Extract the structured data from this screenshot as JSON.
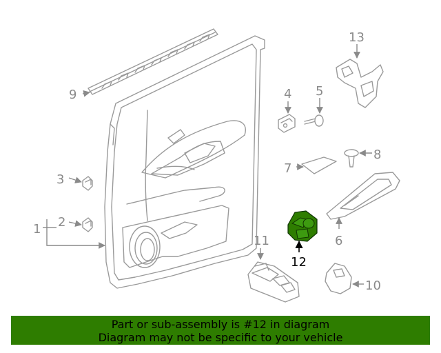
{
  "diagram": {
    "highlight_color": "#2e7d00",
    "callouts": [
      {
        "id": "1",
        "label": "1"
      },
      {
        "id": "2",
        "label": "2"
      },
      {
        "id": "3",
        "label": "3"
      },
      {
        "id": "4",
        "label": "4"
      },
      {
        "id": "5",
        "label": "5"
      },
      {
        "id": "6",
        "label": "6"
      },
      {
        "id": "7",
        "label": "7"
      },
      {
        "id": "8",
        "label": "8"
      },
      {
        "id": "9",
        "label": "9"
      },
      {
        "id": "10",
        "label": "10"
      },
      {
        "id": "11",
        "label": "11"
      },
      {
        "id": "12",
        "label": "12",
        "highlighted": true
      },
      {
        "id": "13",
        "label": "13"
      }
    ]
  },
  "banner": {
    "line1": "Part or sub-assembly is #12 in diagram",
    "line2": "Diagram may not be specific to your vehicle",
    "background": "#2e7d00"
  }
}
